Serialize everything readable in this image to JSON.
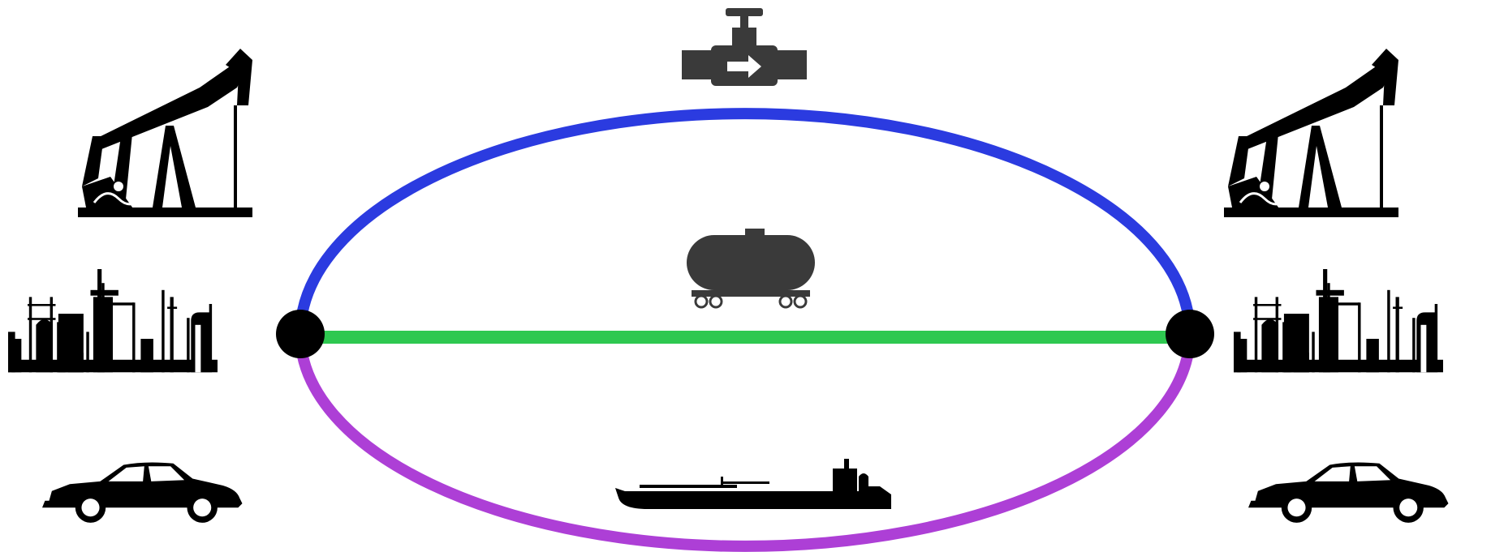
{
  "diagram": {
    "routes": [
      {
        "id": "pipeline",
        "mode": "valve-icon",
        "color": "#2b3be0"
      },
      {
        "id": "rail",
        "mode": "rail-tank-car-icon",
        "color": "#2ec850"
      },
      {
        "id": "sea",
        "mode": "oil-tanker-ship-icon",
        "color": "#ad3fd6"
      }
    ],
    "endpoints": [
      {
        "side": "left",
        "icons": [
          "pumpjack-icon",
          "refinery-icon",
          "car-icon"
        ]
      },
      {
        "side": "right",
        "icons": [
          "pumpjack-icon",
          "refinery-icon",
          "car-icon"
        ]
      }
    ],
    "node_color": "#000000",
    "icon_colors": {
      "black": "#000000",
      "dark_gray": "#3a3a3a"
    }
  }
}
